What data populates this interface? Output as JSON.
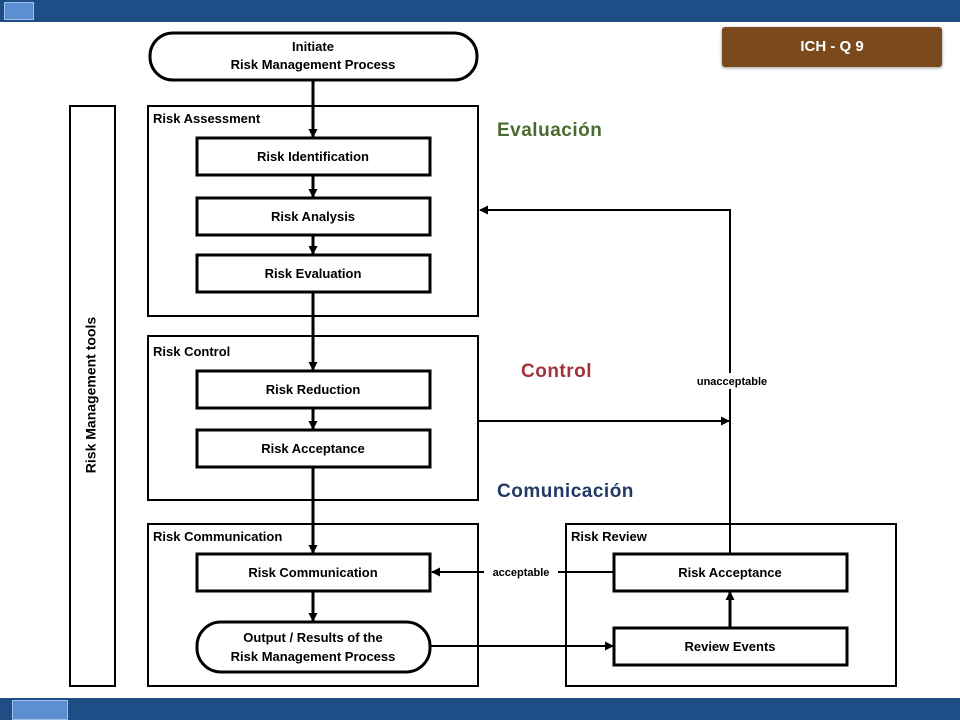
{
  "slide": {
    "badge": "ICH - Q 9",
    "labels": {
      "evaluation": "Evaluación",
      "control": "Control",
      "communication": "Comunicación"
    }
  },
  "diagram": {
    "start_line1": "Initiate",
    "start_line2": "Risk Management Process",
    "tools": "Risk Management tools",
    "groups": {
      "assessment": "Risk Assessment",
      "control": "Risk Control",
      "communication": "Risk Communication",
      "review": "Risk Review"
    },
    "steps": {
      "identification": "Risk Identification",
      "analysis": "Risk Analysis",
      "evaluation": "Risk Evaluation",
      "reduction": "Risk Reduction",
      "acceptance": "Risk Acceptance",
      "communication": "Risk Communication",
      "output_line1": "Output / Results of the",
      "output_line2": "Risk Management Process",
      "review_acceptance": "Risk Acceptance",
      "review_events": "Review Events"
    },
    "edges": {
      "unacceptable": "unacceptable",
      "acceptable": "acceptable"
    }
  },
  "colors": {
    "header_bar": "#1f4e86",
    "badge": "#7a4a1c",
    "evaluation_label": "#4a6b2f",
    "control_label": "#a3323a",
    "communication_label": "#233a66"
  }
}
